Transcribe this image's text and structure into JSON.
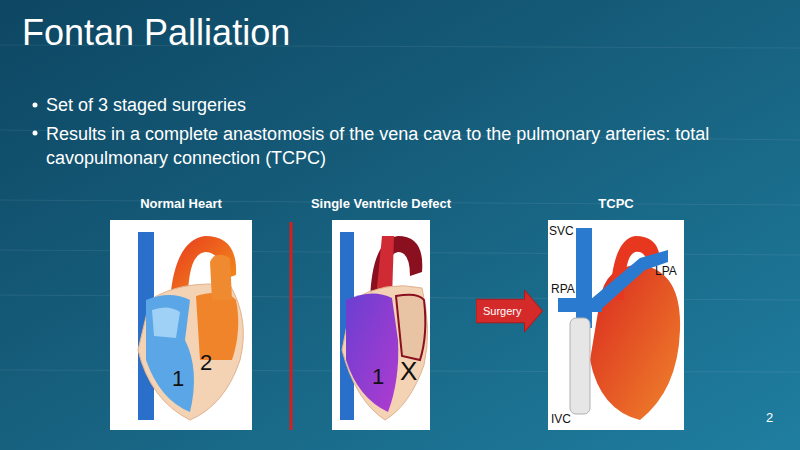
{
  "diagram": {
    "title": "Fontan Palliation",
    "nodes": [
      {
        "text": [
          "Normal Heart"
        ]
      },
      {
        "text": [
          "Single Ventricle Defect"
        ]
      },
      {
        "text": [
          "Surgery"
        ]
      },
      {
        "text": [
          "TCPC"
        ]
      }
    ],
    "labels": [
      "Set of 3 staged surgeries",
      "Results in a complete anastomosis of the vena cava to the pulmonary arteries: total cavopulmonary connection (TCPC)",
      "1",
      "2",
      "1",
      "X",
      "SVC",
      "LPA",
      "RPA",
      "IVC",
      "2"
    ]
  }
}
